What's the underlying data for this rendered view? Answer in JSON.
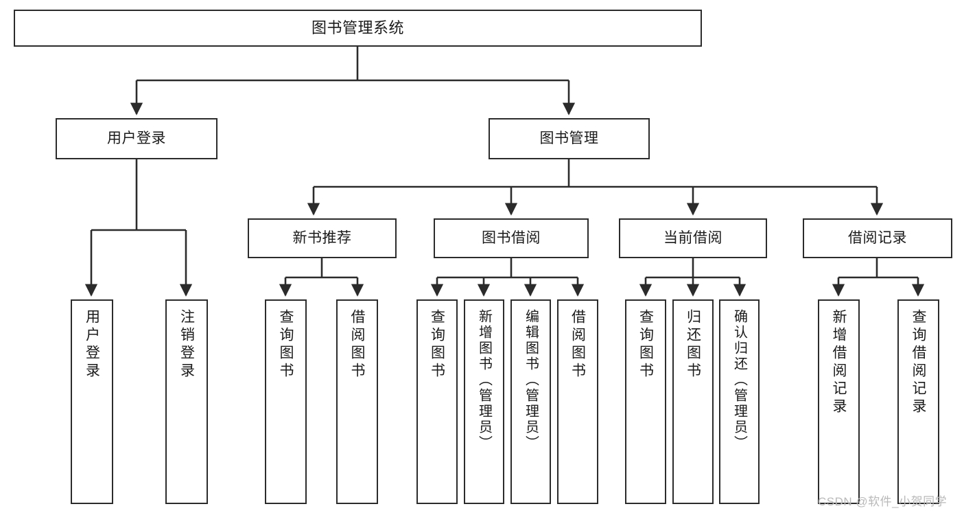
{
  "diagram": {
    "title": "图书管理系统",
    "type": "tree-hierarchy",
    "watermark": "CSDN @软件_小贺同学",
    "colors": {
      "box_border": "#2b2b2b",
      "box_fill": "#ffffff",
      "connector": "#2b2b2b",
      "text": "#1a1a1a",
      "watermark": "#b9b9b9",
      "background": "#ffffff"
    },
    "nodes": {
      "root": {
        "label": "图书管理系统",
        "level": 1
      },
      "level2": [
        {
          "id": "user-login",
          "label": "用户登录",
          "level": 2
        },
        {
          "id": "book-management",
          "label": "图书管理",
          "level": 2
        }
      ],
      "level3": [
        {
          "id": "new-book-recommend",
          "label": "新书推荐",
          "level": 3
        },
        {
          "id": "book-borrow",
          "label": "图书借阅",
          "level": 3
        },
        {
          "id": "current-borrow",
          "label": "当前借阅",
          "level": 3
        },
        {
          "id": "borrow-record",
          "label": "借阅记录",
          "level": 3
        }
      ],
      "leaves": {
        "user-login": [
          {
            "id": "leaf-user-login",
            "label": "用户登录"
          },
          {
            "id": "leaf-logout-login",
            "label": "注销登录"
          }
        ],
        "new-book-recommend": [
          {
            "id": "leaf-query-book-1",
            "label": "查询图书"
          },
          {
            "id": "leaf-borrow-book-1",
            "label": "借阅图书"
          }
        ],
        "book-borrow": [
          {
            "id": "leaf-query-book-2",
            "label": "查询图书"
          },
          {
            "id": "leaf-add-book",
            "label": "新增图书（管理员）"
          },
          {
            "id": "leaf-edit-book",
            "label": "编辑图书（管理员）"
          },
          {
            "id": "leaf-borrow-book-2",
            "label": "借阅图书"
          }
        ],
        "current-borrow": [
          {
            "id": "leaf-query-book-3",
            "label": "查询图书"
          },
          {
            "id": "leaf-return-book",
            "label": "归还图书"
          },
          {
            "id": "leaf-confirm-return",
            "label": "确认归还（管理员）"
          }
        ],
        "borrow-record": [
          {
            "id": "leaf-add-record",
            "label": "新增借阅记录"
          },
          {
            "id": "leaf-query-record",
            "label": "查询借阅记录"
          }
        ]
      }
    }
  }
}
